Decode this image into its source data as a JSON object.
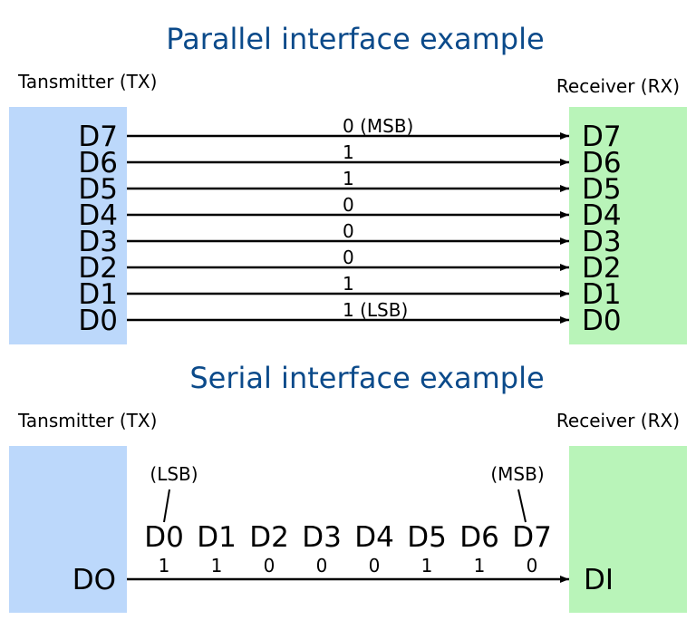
{
  "colors": {
    "title": "#0b4a8a",
    "transmitter_fill": "#bcd8fb",
    "receiver_fill": "#b9f4b9"
  },
  "parallel": {
    "title": "Parallel interface example",
    "tx_label": "Tansmitter (TX)",
    "rx_label": "Receiver (RX)",
    "lines": [
      {
        "pin": "D7",
        "bit": "0 (MSB)"
      },
      {
        "pin": "D6",
        "bit": "1"
      },
      {
        "pin": "D5",
        "bit": "1"
      },
      {
        "pin": "D4",
        "bit": "0"
      },
      {
        "pin": "D3",
        "bit": "0"
      },
      {
        "pin": "D2",
        "bit": "0"
      },
      {
        "pin": "D1",
        "bit": "1"
      },
      {
        "pin": "D0",
        "bit": "1 (LSB)"
      }
    ]
  },
  "serial": {
    "title": "Serial interface example",
    "tx_label": "Tansmitter (TX)",
    "rx_label": "Receiver (RX)",
    "tx_pin": "DO",
    "rx_pin": "DI",
    "lsb_note": "(LSB)",
    "msb_note": "(MSB)",
    "sequence": [
      {
        "name": "D0",
        "bit": "1"
      },
      {
        "name": "D1",
        "bit": "1"
      },
      {
        "name": "D2",
        "bit": "0"
      },
      {
        "name": "D3",
        "bit": "0"
      },
      {
        "name": "D4",
        "bit": "0"
      },
      {
        "name": "D5",
        "bit": "1"
      },
      {
        "name": "D6",
        "bit": "1"
      },
      {
        "name": "D7",
        "bit": "0"
      }
    ]
  }
}
